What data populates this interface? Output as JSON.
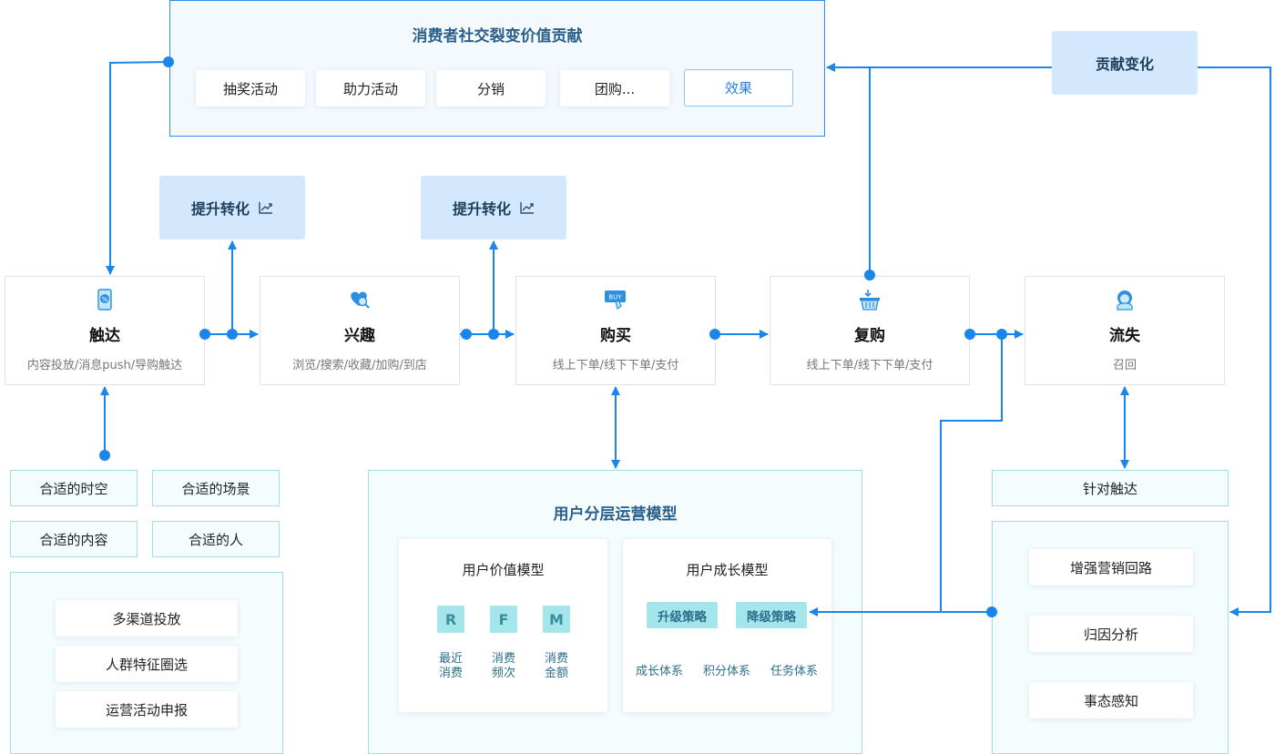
{
  "social": {
    "title": "消费者社交裂变价值贡献",
    "items": [
      "抽奖活动",
      "助力活动",
      "分销",
      "团购...",
      "效果"
    ]
  },
  "contribution": "贡献变化",
  "boost": [
    "提升转化",
    "提升转化"
  ],
  "stages": [
    {
      "title": "触达",
      "sub": "内容投放/消息push/导购触达",
      "icon": "phone-coupon-icon"
    },
    {
      "title": "兴趣",
      "sub": "浏览/搜索/收藏/加购/到店",
      "icon": "heart-search-icon"
    },
    {
      "title": "购买",
      "sub": "线上下单/线下下单/支付",
      "icon": "buy-tag-icon",
      "icon_text": "BUY"
    },
    {
      "title": "复购",
      "sub": "线上下单/线下下单/支付",
      "icon": "basket-icon"
    },
    {
      "title": "流失",
      "sub": "召回",
      "icon": "headset-user-icon"
    }
  ],
  "suitable": [
    "合适的时空",
    "合适的场景",
    "合适的内容",
    "合适的人"
  ],
  "left_panel": [
    "多渠道投放",
    "人群特征圈选",
    "运营活动申报"
  ],
  "model": {
    "title": "用户分层运营模型",
    "value": {
      "title": "用户价值模型",
      "letters": [
        "R",
        "F",
        "M"
      ],
      "labels": [
        "最近\n消费",
        "消费\n频次",
        "消费\n金额"
      ]
    },
    "growth": {
      "title": "用户成长模型",
      "tags": [
        "升级策略",
        "降级策略"
      ],
      "systems": [
        "成长体系",
        "积分体系",
        "任务体系"
      ]
    }
  },
  "targeted": "针对触达",
  "right_panel": [
    "增强营销回路",
    "归因分析",
    "事态感知"
  ],
  "colors": {
    "accent": "#1a86ec",
    "light_blue": "#d3e8fc",
    "cyan": "#a5e6ec"
  }
}
